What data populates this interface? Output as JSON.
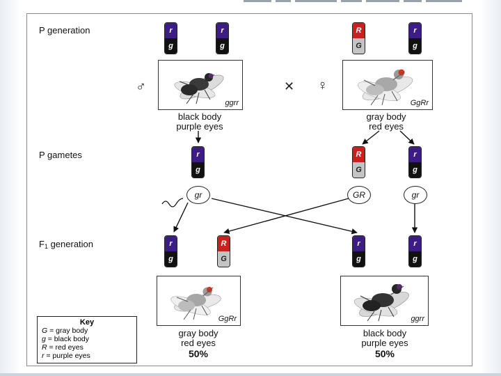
{
  "labels": {
    "p_generation": "P generation",
    "p_gametes": "P gametes",
    "f1_generation_prefix": "F",
    "f1_generation_sub": "1",
    "f1_generation_suffix": " generation"
  },
  "symbols": {
    "male": "♂",
    "cross": "✕",
    "female": "♀"
  },
  "p_chromosomes": [
    {
      "top": "r",
      "bottom": "g"
    },
    {
      "top": "r",
      "bottom": "g"
    },
    {
      "top": "R",
      "bottom": "G"
    },
    {
      "top": "r",
      "bottom": "g"
    }
  ],
  "parents": {
    "male": {
      "genotype": "ggrr",
      "phenotype_line1": "black body",
      "phenotype_line2": "purple eyes"
    },
    "female": {
      "genotype": "GgRr",
      "phenotype_line1": "gray body",
      "phenotype_line2": "red eyes"
    }
  },
  "gamete_chromosomes": [
    {
      "top": "r",
      "bottom": "g"
    },
    {
      "top": "R",
      "bottom": "G"
    },
    {
      "top": "r",
      "bottom": "g"
    }
  ],
  "gametes": [
    "gr",
    "GR",
    "gr"
  ],
  "f1_chromosomes": [
    {
      "top": "r",
      "bottom": "g"
    },
    {
      "top": "R",
      "bottom": "G"
    },
    {
      "top": "r",
      "bottom": "g"
    },
    {
      "top": "r",
      "bottom": "g"
    }
  ],
  "offspring": {
    "left": {
      "genotype": "GgRr",
      "phenotype_line1": "gray body",
      "phenotype_line2": "red eyes",
      "percent": "50%"
    },
    "right": {
      "genotype": "ggrr",
      "phenotype_line1": "black body",
      "phenotype_line2": "purple eyes",
      "percent": "50%"
    }
  },
  "key": {
    "title": "Key",
    "rows": [
      {
        "symbol": "G",
        "text": " = gray body"
      },
      {
        "symbol": "g",
        "text": " = black body"
      },
      {
        "symbol": "R",
        "text": " = red eyes"
      },
      {
        "symbol": "r",
        "text": " = purple eyes"
      }
    ]
  },
  "colors": {
    "purple_allele": "#3c1d84",
    "red_allele": "#cc2020",
    "black_allele": "#111111",
    "gray_allele": "#c4c4c4"
  }
}
